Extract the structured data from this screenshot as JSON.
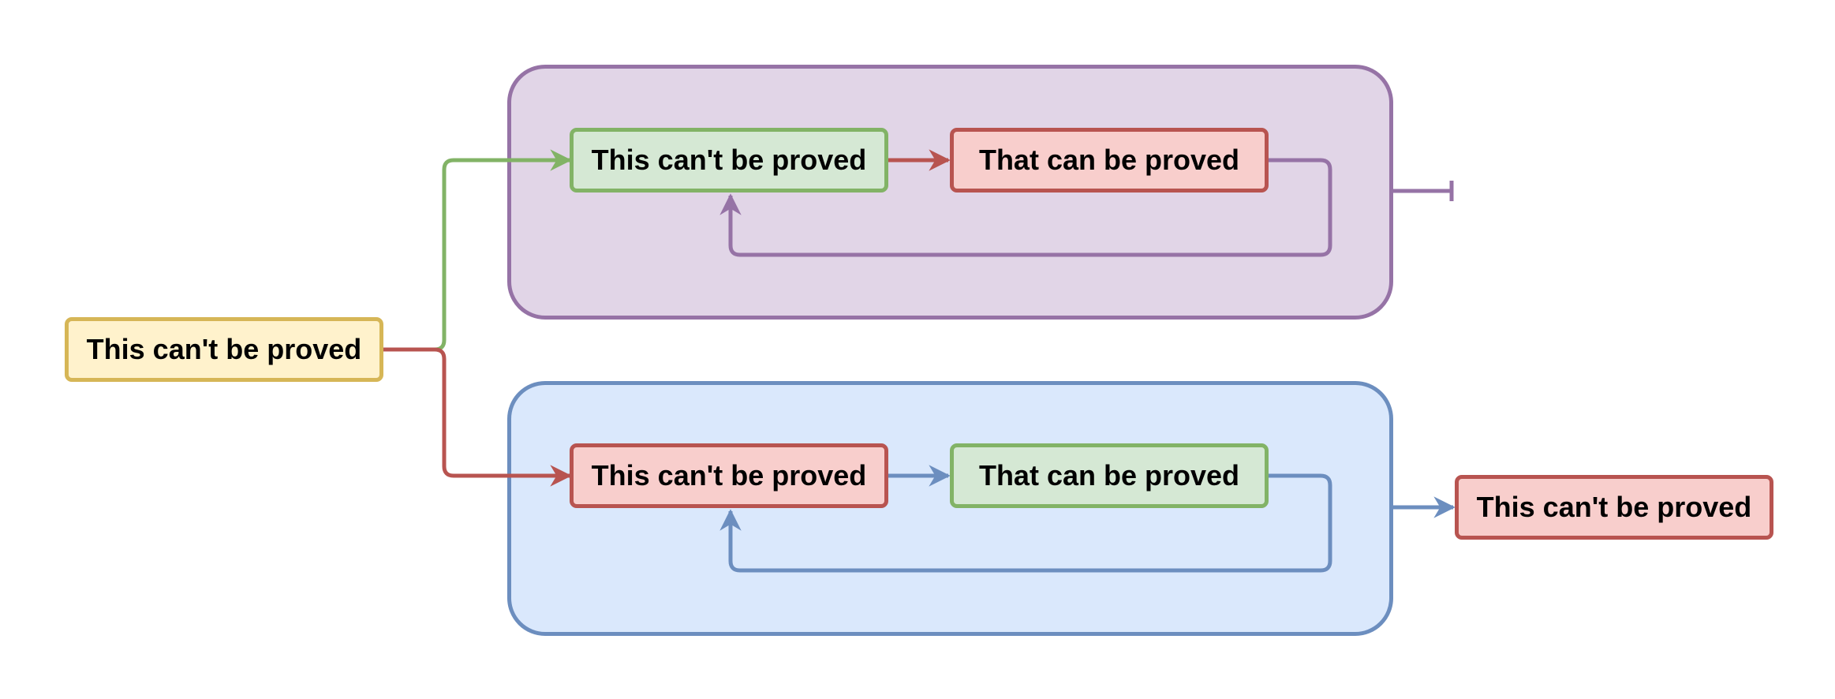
{
  "colors": {
    "yellow_fill": "#fff2cc",
    "yellow_stroke": "#d6b656",
    "green_fill": "#d5e8d4",
    "green_stroke": "#82b366",
    "red_fill": "#f8cecc",
    "red_stroke": "#b85450",
    "purple_fill": "#e1d5e7",
    "purple_stroke": "#9673a6",
    "blue_fill": "#dae8fc",
    "blue_stroke": "#6c8ebf"
  },
  "nodes": {
    "start": "This can't be proved",
    "top_left": "This can't be proved",
    "top_right": "That can be proved",
    "bottom_left": "This can't be proved",
    "bottom_right": "That can be proved",
    "result": "This can't be proved"
  }
}
